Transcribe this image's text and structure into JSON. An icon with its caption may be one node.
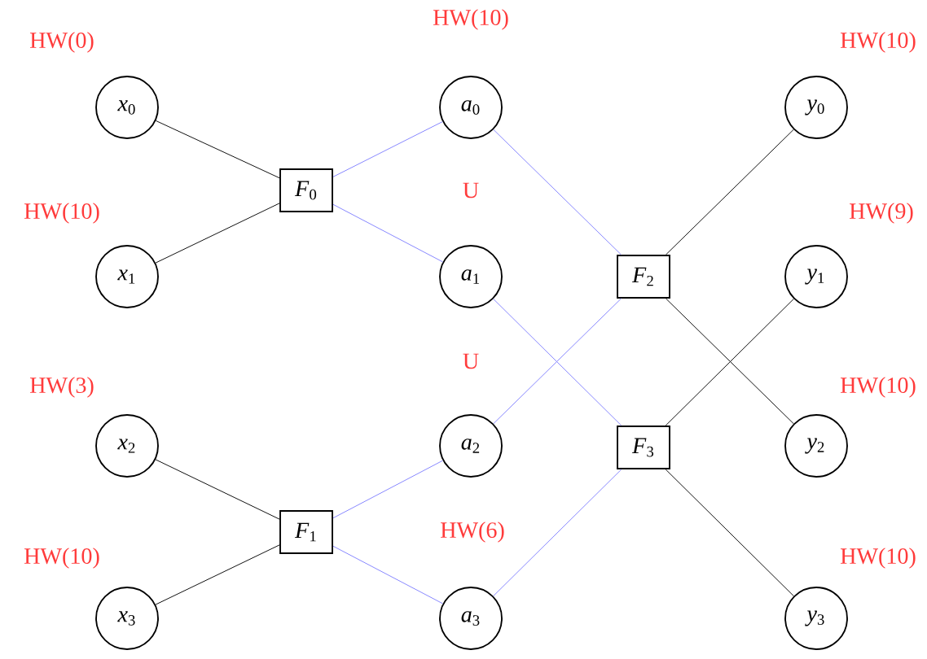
{
  "diagram": {
    "nodes": [
      {
        "text": [
          "*x*$_{0}$"
        ],
        "beside": [
          "HW(0)"
        ]
      },
      {
        "text": [
          "*x*$_{1}$"
        ],
        "beside": [
          "HW(10)"
        ]
      },
      {
        "text": [
          "*x*$_{2}$"
        ],
        "beside": [
          "HW(3)"
        ]
      },
      {
        "text": [
          "*x*$_{3}$"
        ],
        "beside": [
          "HW(10)"
        ]
      },
      {
        "text": [
          "*F*$_{0}$"
        ]
      },
      {
        "text": [
          "*F*$_{1}$"
        ]
      },
      {
        "text": [
          "*a*$_{0}$"
        ],
        "beside": [
          "HW(10)"
        ]
      },
      {
        "text": [
          "*a*$_{1}$"
        ]
      },
      {
        "text": [
          "*a*$_{2}$"
        ]
      },
      {
        "text": [
          "*a*$_{3}$"
        ],
        "beside": [
          "HW(6)"
        ]
      },
      {
        "text": [
          "*F*$_{2}$"
        ]
      },
      {
        "text": [
          "*F*$_{3}$"
        ]
      },
      {
        "text": [
          "*y*$_{0}$"
        ],
        "beside": [
          "HW(10)"
        ]
      },
      {
        "text": [
          "*y*$_{1}$"
        ],
        "beside": [
          "HW(9)"
        ]
      },
      {
        "text": [
          "*y*$_{2}$"
        ],
        "beside": [
          "HW(10)"
        ]
      },
      {
        "text": [
          "*y*$_{3}$"
        ],
        "beside": [
          "HW(10)"
        ]
      }
    ],
    "edges": [
      {
        "from": 0,
        "to": 4,
        "arrow": "none"
      },
      {
        "from": 1,
        "to": 4,
        "arrow": "none"
      },
      {
        "from": 4,
        "to": 6,
        "arrow": "none",
        "color": "#8080ff"
      },
      {
        "from": 4,
        "to": 7,
        "arrow": "none",
        "color": "#8080ff"
      },
      {
        "from": 2,
        "to": 5,
        "arrow": "none"
      },
      {
        "from": 3,
        "to": 5,
        "arrow": "none"
      },
      {
        "from": 5,
        "to": 8,
        "arrow": "none",
        "color": "#8080ff"
      },
      {
        "from": 5,
        "to": 9,
        "arrow": "none",
        "color": "#8080ff"
      },
      {
        "from": 6,
        "to": 10,
        "arrow": "none",
        "color": "#8080ff"
      },
      {
        "from": 8,
        "to": 10,
        "arrow": "none",
        "color": "#8080ff"
      },
      {
        "from": 7,
        "to": 11,
        "arrow": "none",
        "color": "#8080ff"
      },
      {
        "from": 9,
        "to": 11,
        "arrow": "none",
        "color": "#8080ff"
      },
      {
        "from": 10,
        "to": 12,
        "arrow": "none"
      },
      {
        "from": 10,
        "to": 14,
        "arrow": "none"
      },
      {
        "from": 11,
        "to": 13,
        "arrow": "none"
      },
      {
        "from": 11,
        "to": 15,
        "arrow": "none"
      }
    ],
    "labels": [
      "U",
      "U"
    ]
  }
}
